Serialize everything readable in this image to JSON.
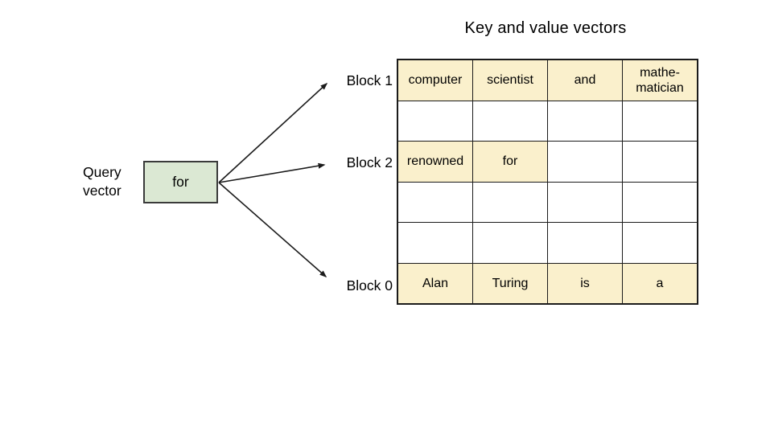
{
  "title": "Key and value vectors",
  "query": {
    "label": "Query vector",
    "value": "for"
  },
  "blocks": [
    {
      "label": "Block 1"
    },
    {
      "label": "Block 2"
    },
    {
      "label": "Block 0"
    }
  ],
  "table": {
    "columns": 4,
    "rows": [
      {
        "block": "Block 1",
        "cells": [
          "computer",
          "scientist",
          "and",
          "mathe-\nmatician"
        ],
        "filled": [
          true,
          true,
          true,
          true
        ]
      },
      {
        "block": "",
        "cells": [
          "",
          "",
          "",
          ""
        ],
        "filled": [
          false,
          false,
          false,
          false
        ]
      },
      {
        "block": "Block 2",
        "cells": [
          "renowned",
          "for",
          "",
          ""
        ],
        "filled": [
          true,
          true,
          false,
          false
        ]
      },
      {
        "block": "",
        "cells": [
          "",
          "",
          "",
          ""
        ],
        "filled": [
          false,
          false,
          false,
          false
        ]
      },
      {
        "block": "",
        "cells": [
          "",
          "",
          "",
          ""
        ],
        "filled": [
          false,
          false,
          false,
          false
        ]
      },
      {
        "block": "Block 0",
        "cells": [
          "Alan",
          "Turing",
          "is",
          "a"
        ],
        "filled": [
          true,
          true,
          true,
          true
        ]
      }
    ]
  },
  "colors": {
    "highlight": "#faf0cc",
    "query_box": "#dbe8d3",
    "line": "#1b1b1b"
  }
}
